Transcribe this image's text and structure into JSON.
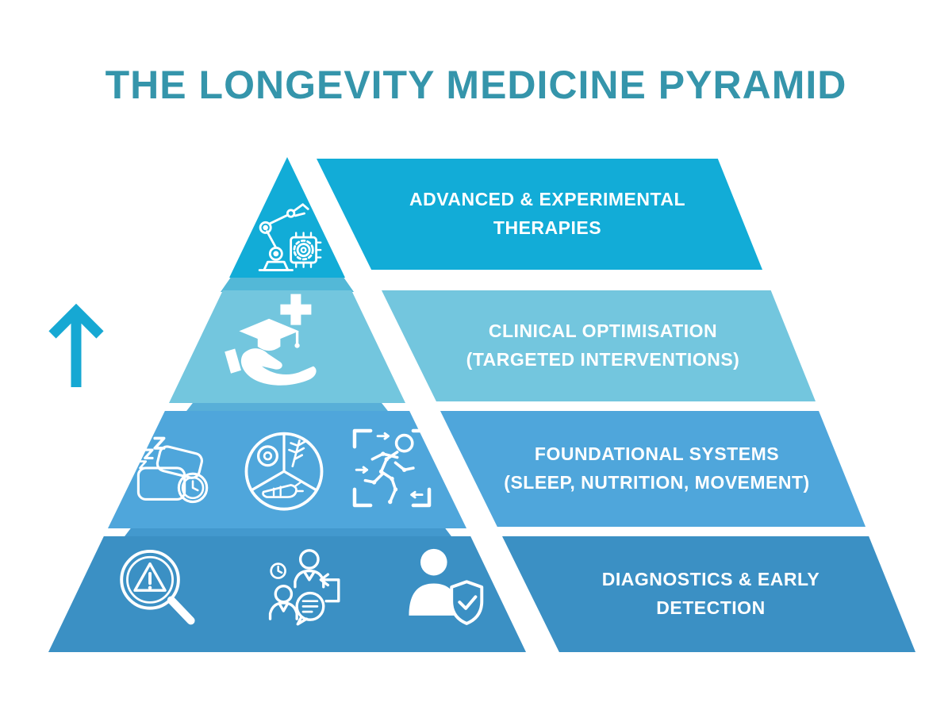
{
  "title": "THE LONGEVITY MEDICINE PYRAMID",
  "colors": {
    "title": "#3595AB",
    "tier1": "#12ACD7",
    "tier2": "#73C6DE",
    "tier3": "#4FA6DB",
    "tier4": "#3B90C4",
    "tab1": "#53B8D7",
    "tab2": "#58AFD8",
    "tab3": "#4399CE",
    "arrow": "#16A8D3",
    "text": "#FFFFFF"
  },
  "arrow": {
    "direction": "up",
    "meaning": "ascending-levels"
  },
  "tiers": [
    {
      "level": 1,
      "label": "ADVANCED & EXPERIMENTAL\nTHERAPIES",
      "icons": [
        "robot-arm-icon",
        "microchip-icon"
      ]
    },
    {
      "level": 2,
      "label": "CLINICAL OPTIMISATION\n(TARGETED INTERVENTIONS)",
      "icons": [
        "clinical-care-hand-icon"
      ]
    },
    {
      "level": 3,
      "label": "FOUNDATIONAL SYSTEMS\n(SLEEP, NUTRITION, MOVEMENT)",
      "icons": [
        "sleep-icon",
        "nutrition-icon",
        "movement-icon"
      ]
    },
    {
      "level": 4,
      "label": "DIAGNOSTICS & EARLY\nDETECTION",
      "icons": [
        "early-detection-magnifier-icon",
        "consultation-icon",
        "protected-person-icon"
      ]
    }
  ]
}
